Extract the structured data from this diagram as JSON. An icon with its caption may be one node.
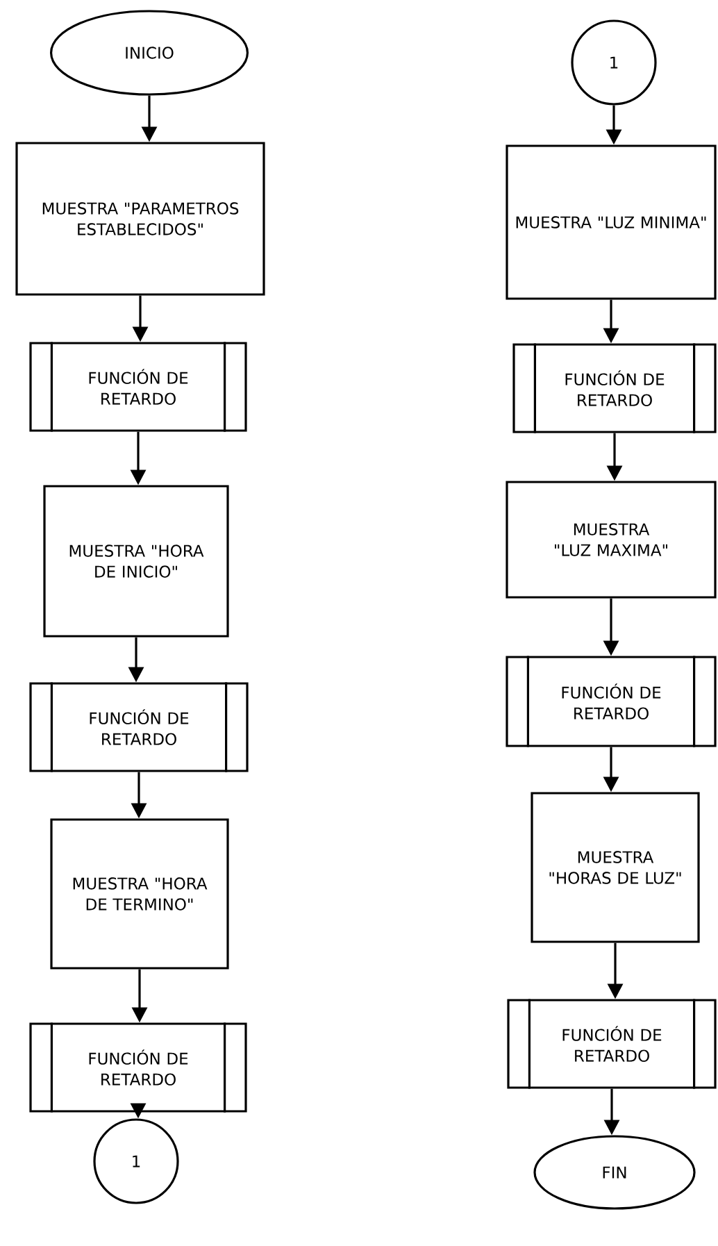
{
  "diagram": {
    "nodes": [
      {
        "text": [
          "INICIO"
        ]
      },
      {
        "text": [
          "MUESTRA \"PARAMETROS ESTABLECIDOS\""
        ]
      },
      {
        "text": [
          "FUNCIÓN DE RETARDO"
        ]
      },
      {
        "text": [
          "MUESTRA \"HORA DE INICIO\""
        ]
      },
      {
        "text": [
          "FUNCIÓN DE RETARDO"
        ]
      },
      {
        "text": [
          "MUESTRA \"HORA DE TERMINO\""
        ]
      },
      {
        "text": [
          "FUNCIÓN DE RETARDO"
        ]
      },
      {
        "text": [
          "1"
        ]
      },
      {
        "text": [
          "1"
        ]
      },
      {
        "text": [
          "MUESTRA \"LUZ MINIMA\""
        ]
      },
      {
        "text": [
          "FUNCIÓN DE RETARDO"
        ]
      },
      {
        "text": [
          "MUESTRA \"LUZ MAXIMA\""
        ]
      },
      {
        "text": [
          "FUNCIÓN DE RETARDO"
        ]
      },
      {
        "text": [
          "MUESTRA \"HORAS DE LUZ\""
        ]
      },
      {
        "text": [
          "FUNCIÓN DE RETARDO"
        ]
      },
      {
        "text": [
          "FIN"
        ]
      }
    ],
    "edges": [
      {
        "from": 0,
        "to": 1,
        "arrow": "to"
      },
      {
        "from": 1,
        "to": 2,
        "arrow": "to"
      },
      {
        "from": 2,
        "to": 3,
        "arrow": "to"
      },
      {
        "from": 3,
        "to": 4,
        "arrow": "to"
      },
      {
        "from": 4,
        "to": 5,
        "arrow": "to"
      },
      {
        "from": 5,
        "to": 6,
        "arrow": "to"
      },
      {
        "from": 6,
        "to": 7,
        "arrow": "to"
      },
      {
        "from": 8,
        "to": 9,
        "arrow": "to"
      },
      {
        "from": 9,
        "to": 10,
        "arrow": "to"
      },
      {
        "from": 10,
        "to": 11,
        "arrow": "to"
      },
      {
        "from": 11,
        "to": 12,
        "arrow": "to"
      },
      {
        "from": 12,
        "to": 13,
        "arrow": "to"
      },
      {
        "from": 13,
        "to": 14,
        "arrow": "to"
      },
      {
        "from": 14,
        "to": 15,
        "arrow": "to"
      }
    ]
  }
}
